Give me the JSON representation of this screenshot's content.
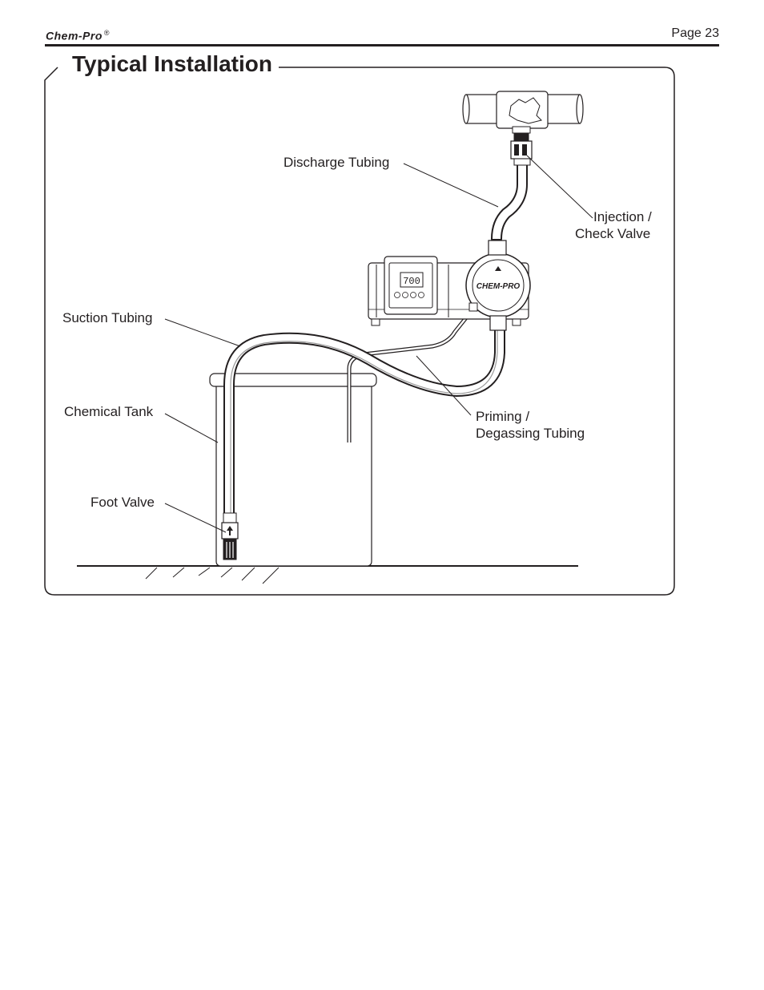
{
  "header": {
    "brand": "Chem-Pro",
    "brand_mark": "®",
    "page": "Page 23"
  },
  "section": {
    "title": "Typical Installation"
  },
  "labels": {
    "discharge_tubing": "Discharge Tubing",
    "injection_check_valve_line1": "Injection /",
    "injection_check_valve_line2": "Check Valve",
    "suction_tubing": "Suction Tubing",
    "chemical_tank": "Chemical Tank",
    "priming_line1": "Priming /",
    "priming_line2": "Degassing Tubing",
    "foot_valve": "Foot Valve"
  },
  "pump": {
    "display_value": "700",
    "head_logo": "CHEM-PRO"
  },
  "icons": [
    "pipe-icon",
    "pump-icon",
    "tank-icon",
    "foot-valve-icon",
    "check-valve-icon"
  ]
}
